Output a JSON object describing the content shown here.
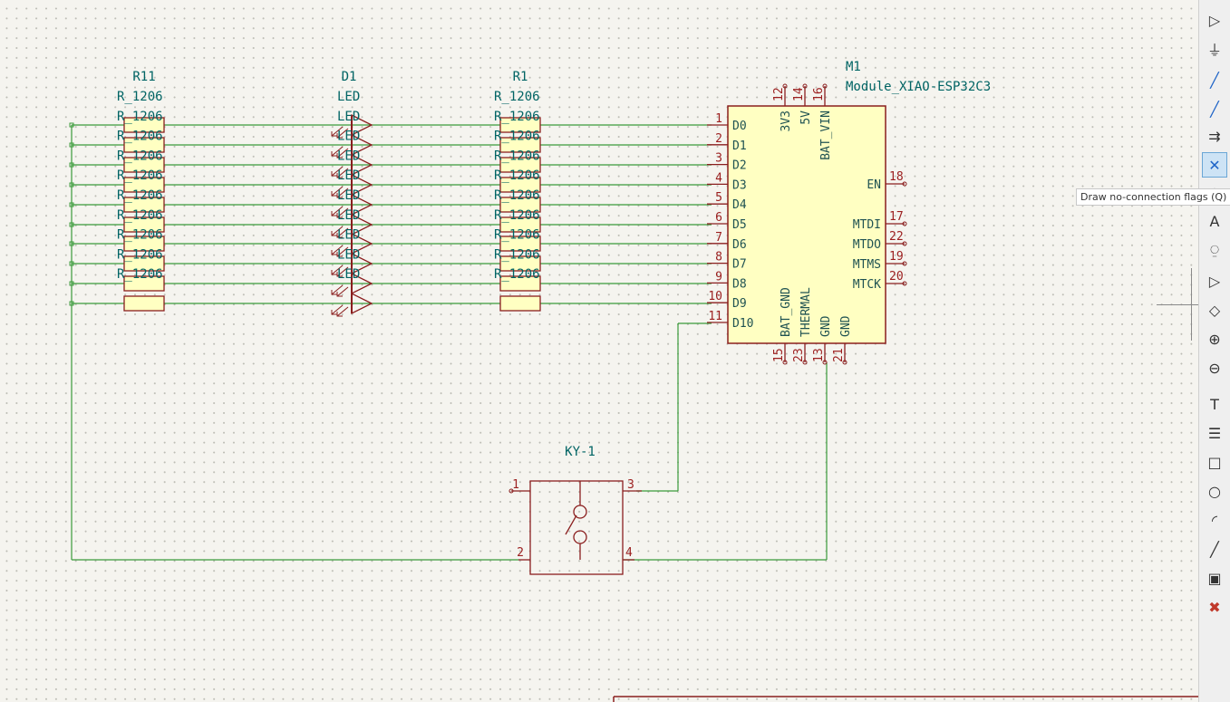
{
  "components": {
    "r_left": {
      "ref": "R11",
      "value_stack": [
        "R_1206",
        "R_1206",
        "R_1206",
        "R_1206",
        "R_1206",
        "R_1206",
        "R_1206",
        "R_1206",
        "R_1206",
        "R_1206"
      ]
    },
    "leds": {
      "ref": "D1",
      "value_stack": [
        "LED",
        "LED",
        "LED",
        "LED",
        "LED",
        "LED",
        "LED",
        "LED",
        "LED",
        "LED"
      ]
    },
    "r_mid": {
      "ref": "R1",
      "value_stack": [
        "R_1206",
        "R_1206",
        "R_1206",
        "R_1206",
        "R_1206",
        "R_1206",
        "R_1206",
        "R_1206",
        "R_1206",
        "R_1206"
      ]
    },
    "module": {
      "ref": "M1",
      "value": "Module_XIAO-ESP32C3",
      "left_pins": [
        {
          "num": "1",
          "name": "D0"
        },
        {
          "num": "2",
          "name": "D1"
        },
        {
          "num": "3",
          "name": "D2"
        },
        {
          "num": "4",
          "name": "D3"
        },
        {
          "num": "5",
          "name": "D4"
        },
        {
          "num": "6",
          "name": "D5"
        },
        {
          "num": "7",
          "name": "D6"
        },
        {
          "num": "8",
          "name": "D7"
        },
        {
          "num": "9",
          "name": "D8"
        },
        {
          "num": "10",
          "name": "D9"
        },
        {
          "num": "11",
          "name": "D10"
        }
      ],
      "top_pins": [
        {
          "num": "12",
          "name": "3V3"
        },
        {
          "num": "14",
          "name": "5V"
        },
        {
          "num": "16",
          "name": "BAT_VIN"
        }
      ],
      "right_pins": [
        {
          "num": "18",
          "name": "EN"
        },
        {
          "num": "17",
          "name": "MTDI"
        },
        {
          "num": "22",
          "name": "MTDO"
        },
        {
          "num": "19",
          "name": "MTMS"
        },
        {
          "num": "20",
          "name": "MTCK"
        }
      ],
      "bottom_pins": [
        {
          "num": "15",
          "name": "BAT_GND"
        },
        {
          "num": "23",
          "name": "THERMAL"
        },
        {
          "num": "13",
          "name": "GND"
        },
        {
          "num": "21",
          "name": "GND"
        }
      ]
    },
    "switch": {
      "ref": "KY-1",
      "pins": [
        "1",
        "3",
        "2",
        "4"
      ]
    }
  },
  "tooltip": {
    "text": "Draw no-connection flags",
    "shortcut": "(Q)"
  },
  "toolbar": {
    "items": [
      {
        "icon": "add-symbol-icon"
      },
      {
        "icon": "add-power-icon"
      },
      {
        "icon": "draw-wire-icon"
      },
      {
        "icon": "draw-bus-icon"
      },
      {
        "icon": "bus-entry-icon"
      },
      {
        "icon": "no-connection-icon",
        "active": true
      },
      {
        "icon": "junction-icon"
      },
      {
        "icon": "net-label-icon"
      },
      {
        "icon": "global-label-icon"
      },
      {
        "icon": "hier-label-icon"
      },
      {
        "icon": "hier-pin-icon"
      },
      {
        "icon": "add-sheet-icon"
      },
      {
        "icon": "import-sheet-icon"
      },
      {
        "icon": "text-icon"
      },
      {
        "icon": "textbox-icon"
      },
      {
        "icon": "rectangle-icon"
      },
      {
        "icon": "circle-icon"
      },
      {
        "icon": "arc-icon"
      },
      {
        "icon": "line-icon"
      },
      {
        "icon": "image-icon"
      },
      {
        "icon": "delete-icon"
      }
    ]
  },
  "colors": {
    "wire": "#3a9a3a",
    "body_fill": "#ffffc2",
    "outline": "#8a1e1e",
    "text": "#006464",
    "pin_number": "#9b1e1e"
  }
}
